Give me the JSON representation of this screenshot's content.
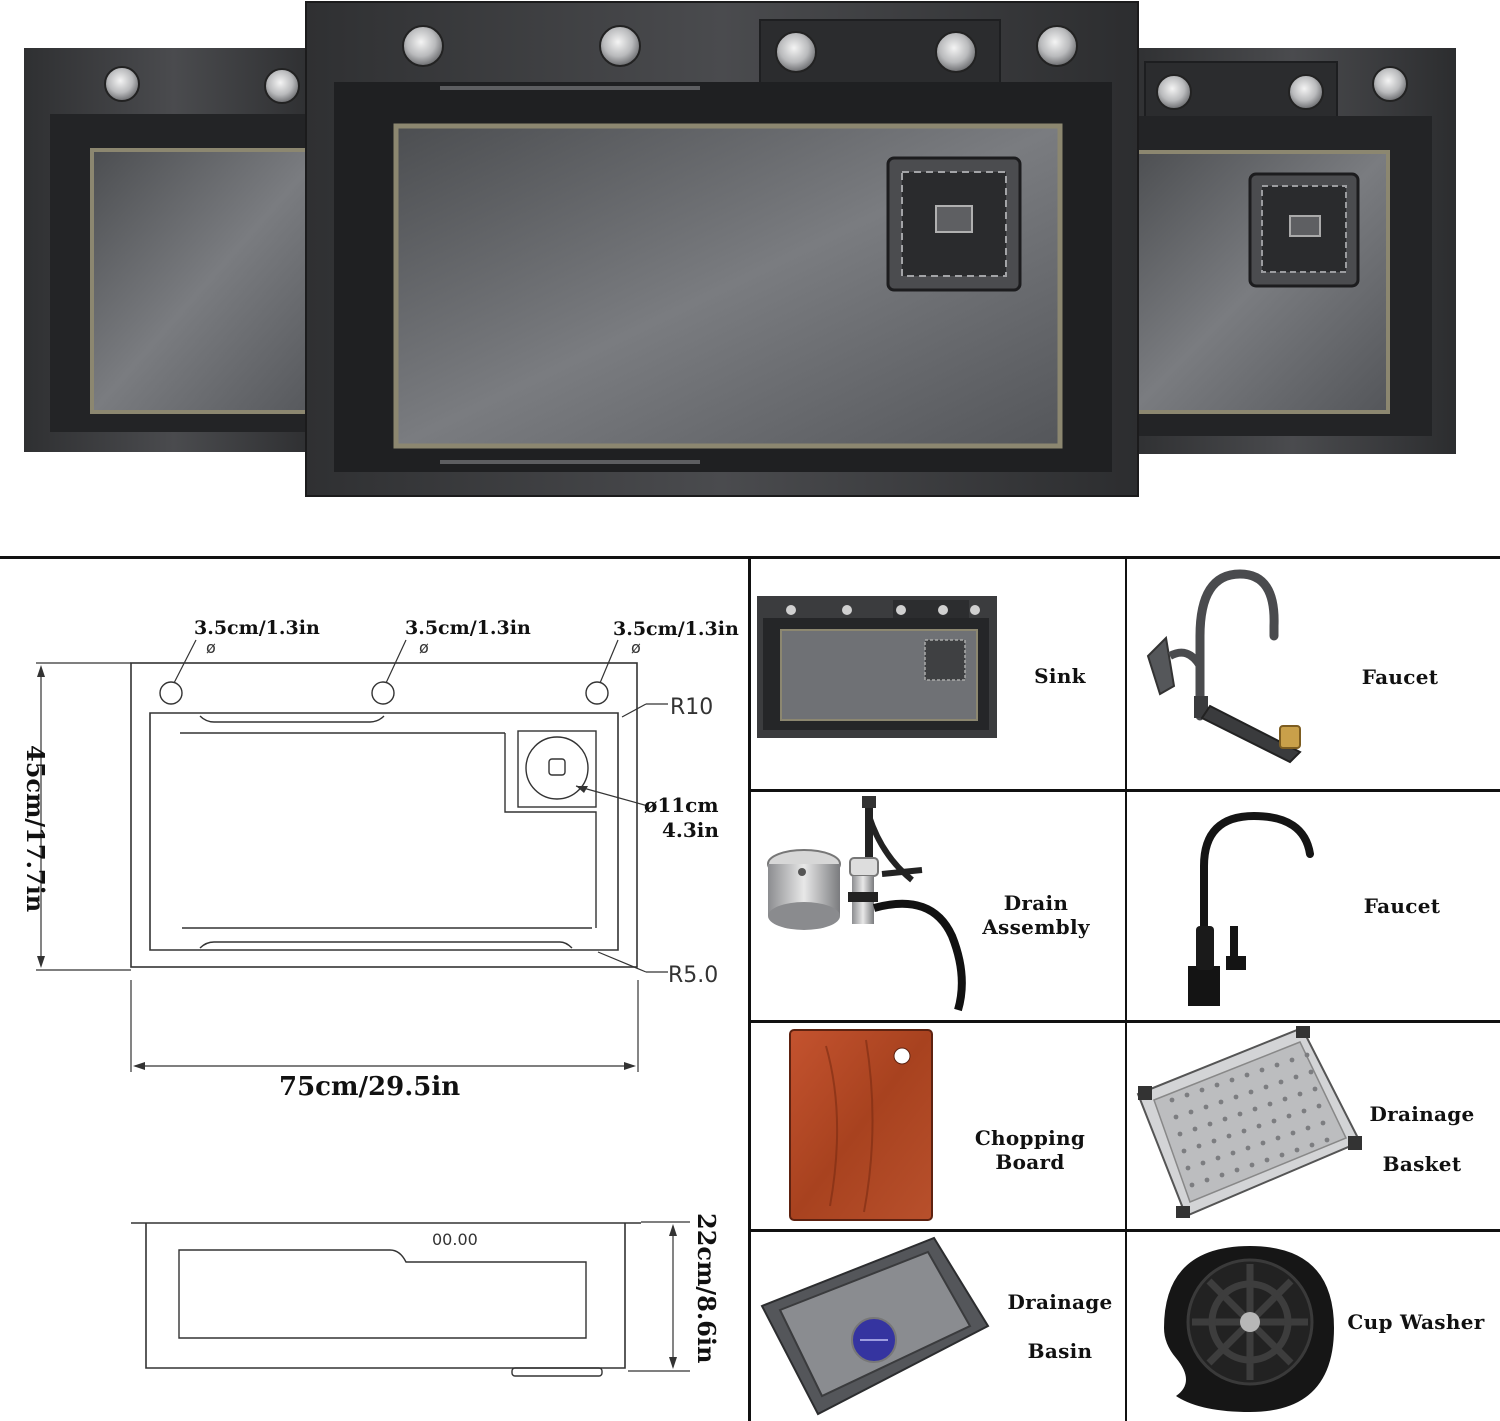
{
  "spec": {
    "hole_label_1": "3.5cm/1.3in",
    "hole_label_2": "3.5cm/1.3in",
    "hole_label_3": "3.5cm/1.3in",
    "diameter_symbol": "ø",
    "corner_outer": "R10",
    "corner_inner": "R5.0",
    "drain_diameter_cm": "ø11cm",
    "drain_diameter_in": "4.3in",
    "height_dim": "45cm/17.7in",
    "width_dim": "75cm/29.5in",
    "depth_dim": "22cm/8.6in",
    "side_marking": "00.00"
  },
  "accessories": [
    {
      "label": "Sink",
      "icon": "sink-icon"
    },
    {
      "label": "Faucet",
      "icon": "pull-out-faucet-icon"
    },
    {
      "label": "Drain Assembly",
      "icon": "drain-assembly-icon"
    },
    {
      "label": "Faucet",
      "icon": "gooseneck-faucet-icon"
    },
    {
      "label": "Chopping Board",
      "icon": "chopping-board-icon"
    },
    {
      "label_line1": "Drainage",
      "label_line2": "Basket",
      "icon": "drainage-basket-icon"
    },
    {
      "label_line1": "Drainage",
      "label_line2": "Basin",
      "icon": "drainage-basin-icon"
    },
    {
      "label": "Cup Washer",
      "icon": "cup-washer-icon"
    }
  ],
  "colors": {
    "sink_dark": "#3a3b3d",
    "sink_mid": "#6d6f72",
    "sink_light": "#9a9ca0",
    "gold_edge": "#8c8770",
    "board_wood": "#b4492a",
    "line": "#111111"
  }
}
